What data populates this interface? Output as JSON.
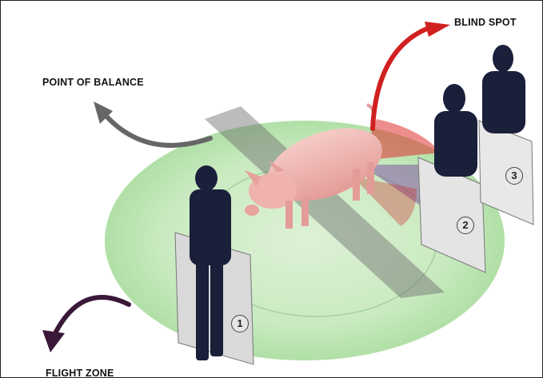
{
  "labels": {
    "blind_spot": "BLIND SPOT",
    "point_of_balance": "POINT OF BALANCE",
    "flight_zone": "FLIGHT ZONE"
  },
  "handlers": [
    {
      "number": "1"
    },
    {
      "number": "2"
    },
    {
      "number": "3"
    }
  ],
  "colors": {
    "flight_zone": "#bfe8b4",
    "pig": "#f2b8b4",
    "blind_spot": "#e03030",
    "balance_arrow": "#666666",
    "flight_arrow": "#3a1838",
    "handler": "#1a1f3a"
  }
}
